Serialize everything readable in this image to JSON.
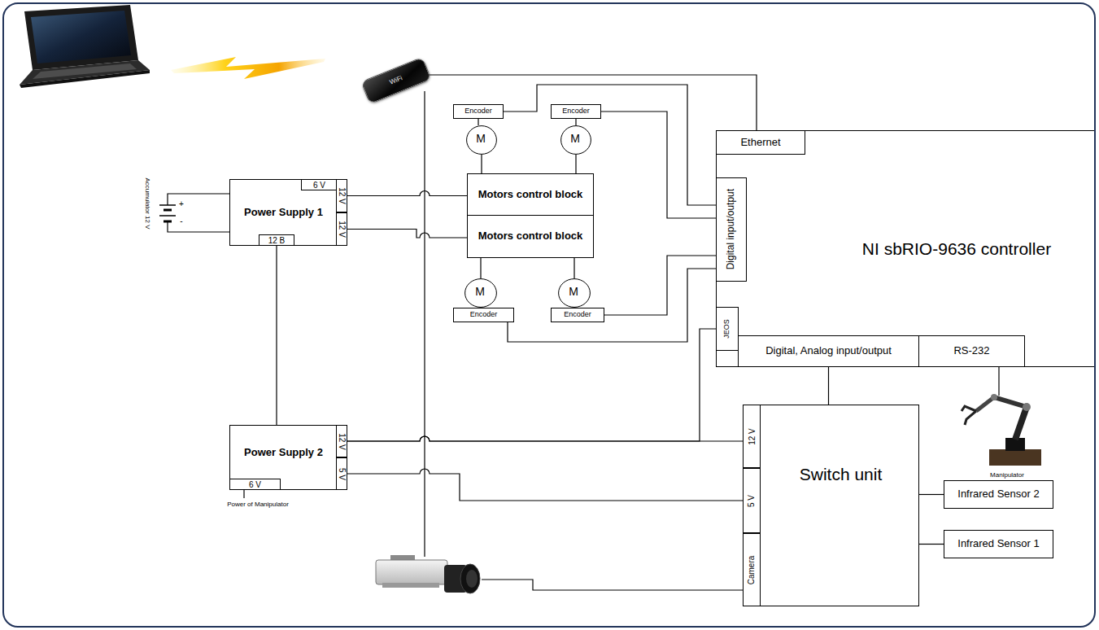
{
  "diagram": {
    "nodes": [
      {
        "text": [
          "WiFi"
        ]
      },
      {
        "text": [
          "Encoder"
        ]
      },
      {
        "text": [
          "M"
        ]
      },
      {
        "text": [
          "Encoder"
        ]
      },
      {
        "text": [
          "M"
        ]
      },
      {
        "text": [
          "Power Supply 1"
        ]
      },
      {
        "text": [
          "6 V"
        ],
        "in": 5
      },
      {
        "text": [
          "12 V"
        ],
        "in": 5
      },
      {
        "text": [
          "12 V"
        ],
        "in": 5
      },
      {
        "text": [
          "12 B"
        ],
        "in": 5
      },
      {
        "text": [
          "Motors control block"
        ]
      },
      {
        "text": [
          "Motors control block"
        ]
      },
      {
        "text": [
          "M"
        ]
      },
      {
        "text": [
          "Encoder"
        ]
      },
      {
        "text": [
          "M"
        ]
      },
      {
        "text": [
          "Encoder"
        ]
      },
      {
        "text": [
          "NI sbRIO-9636 controller"
        ]
      },
      {
        "text": [
          "Ethernet"
        ],
        "in": 16
      },
      {
        "text": [
          "Digital input/output"
        ],
        "in": 16
      },
      {
        "text": [
          "JEOS"
        ],
        "in": 16
      },
      {
        "text": [
          "Digital, Analog input/output"
        ],
        "in": 16
      },
      {
        "text": [
          "RS-232"
        ],
        "in": 16
      },
      {
        "text": [
          "Power Supply 2"
        ]
      },
      {
        "text": [
          "12 V"
        ],
        "in": 22
      },
      {
        "text": [
          "5 V"
        ],
        "in": 22
      },
      {
        "text": [
          "6 V"
        ],
        "in": 22
      },
      {
        "text": [
          "Switch unit"
        ]
      },
      {
        "text": [
          "12 V"
        ],
        "in": 26
      },
      {
        "text": [
          "5 V"
        ],
        "in": 26
      },
      {
        "text": [
          "Camera"
        ],
        "in": 26
      },
      {
        "text": [
          "Infrared Sensor 2"
        ]
      },
      {
        "text": [
          "Infrared Sensor 1"
        ]
      }
    ],
    "edges": [
      {
        "from": 0,
        "to": 17,
        "arrow": "none"
      },
      {
        "from": 1,
        "to": 2,
        "arrow": "none"
      },
      {
        "from": 2,
        "to": 10,
        "arrow": "none"
      },
      {
        "from": 3,
        "to": 4,
        "arrow": "none"
      },
      {
        "from": 4,
        "to": 10,
        "arrow": "none"
      },
      {
        "from": 1,
        "to": 18,
        "arrow": "none"
      },
      {
        "from": 3,
        "to": 18,
        "arrow": "none"
      },
      {
        "from": 7,
        "to": 10,
        "arrow": "none"
      },
      {
        "from": 8,
        "to": 11,
        "arrow": "none"
      },
      {
        "from": 11,
        "to": 12,
        "arrow": "none"
      },
      {
        "from": 12,
        "to": 13,
        "arrow": "none"
      },
      {
        "from": 11,
        "to": 14,
        "arrow": "none"
      },
      {
        "from": 14,
        "to": 15,
        "arrow": "none"
      },
      {
        "from": 15,
        "to": 18,
        "arrow": "none"
      },
      {
        "from": 13,
        "to": 18,
        "arrow": "none"
      },
      {
        "from": 9,
        "to": 22,
        "arrow": "none"
      },
      {
        "from": 23,
        "to": 19,
        "arrow": "none"
      },
      {
        "from": 23,
        "to": 27,
        "arrow": "none"
      },
      {
        "from": 24,
        "to": 28,
        "arrow": "none"
      },
      {
        "from": 20,
        "to": 26,
        "arrow": "none"
      },
      {
        "from": 26,
        "to": 30,
        "arrow": "none"
      },
      {
        "from": 26,
        "to": 31,
        "arrow": "none"
      }
    ],
    "labels": [
      "Accumulator 12 V",
      "+",
      "-",
      "Power of Manipulator",
      "Manipulator"
    ]
  }
}
